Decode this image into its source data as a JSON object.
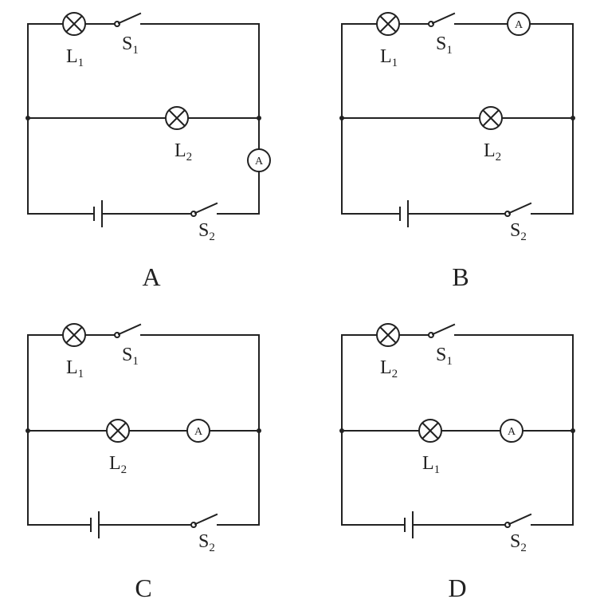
{
  "meter_symbol": "A",
  "circuits": [
    {
      "option": "A",
      "top_lamp": {
        "letter": "L",
        "sub": "1"
      },
      "top_switch": {
        "letter": "S",
        "sub": "1"
      },
      "middle_lamp": {
        "letter": "L",
        "sub": "2"
      },
      "bottom_switch": {
        "letter": "S",
        "sub": "2"
      },
      "ammeter_position": "right-side"
    },
    {
      "option": "B",
      "top_lamp": {
        "letter": "L",
        "sub": "1"
      },
      "top_switch": {
        "letter": "S",
        "sub": "1"
      },
      "middle_lamp": {
        "letter": "L",
        "sub": "2"
      },
      "bottom_switch": {
        "letter": "S",
        "sub": "2"
      },
      "ammeter_position": "top-branch"
    },
    {
      "option": "C",
      "top_lamp": {
        "letter": "L",
        "sub": "1"
      },
      "top_switch": {
        "letter": "S",
        "sub": "1"
      },
      "middle_lamp": {
        "letter": "L",
        "sub": "2"
      },
      "bottom_switch": {
        "letter": "S",
        "sub": "2"
      },
      "ammeter_position": "middle-branch"
    },
    {
      "option": "D",
      "top_lamp": {
        "letter": "L",
        "sub": "2"
      },
      "top_switch": {
        "letter": "S",
        "sub": "1"
      },
      "middle_lamp": {
        "letter": "L",
        "sub": "1"
      },
      "bottom_switch": {
        "letter": "S",
        "sub": "2"
      },
      "ammeter_position": "middle-branch"
    }
  ]
}
